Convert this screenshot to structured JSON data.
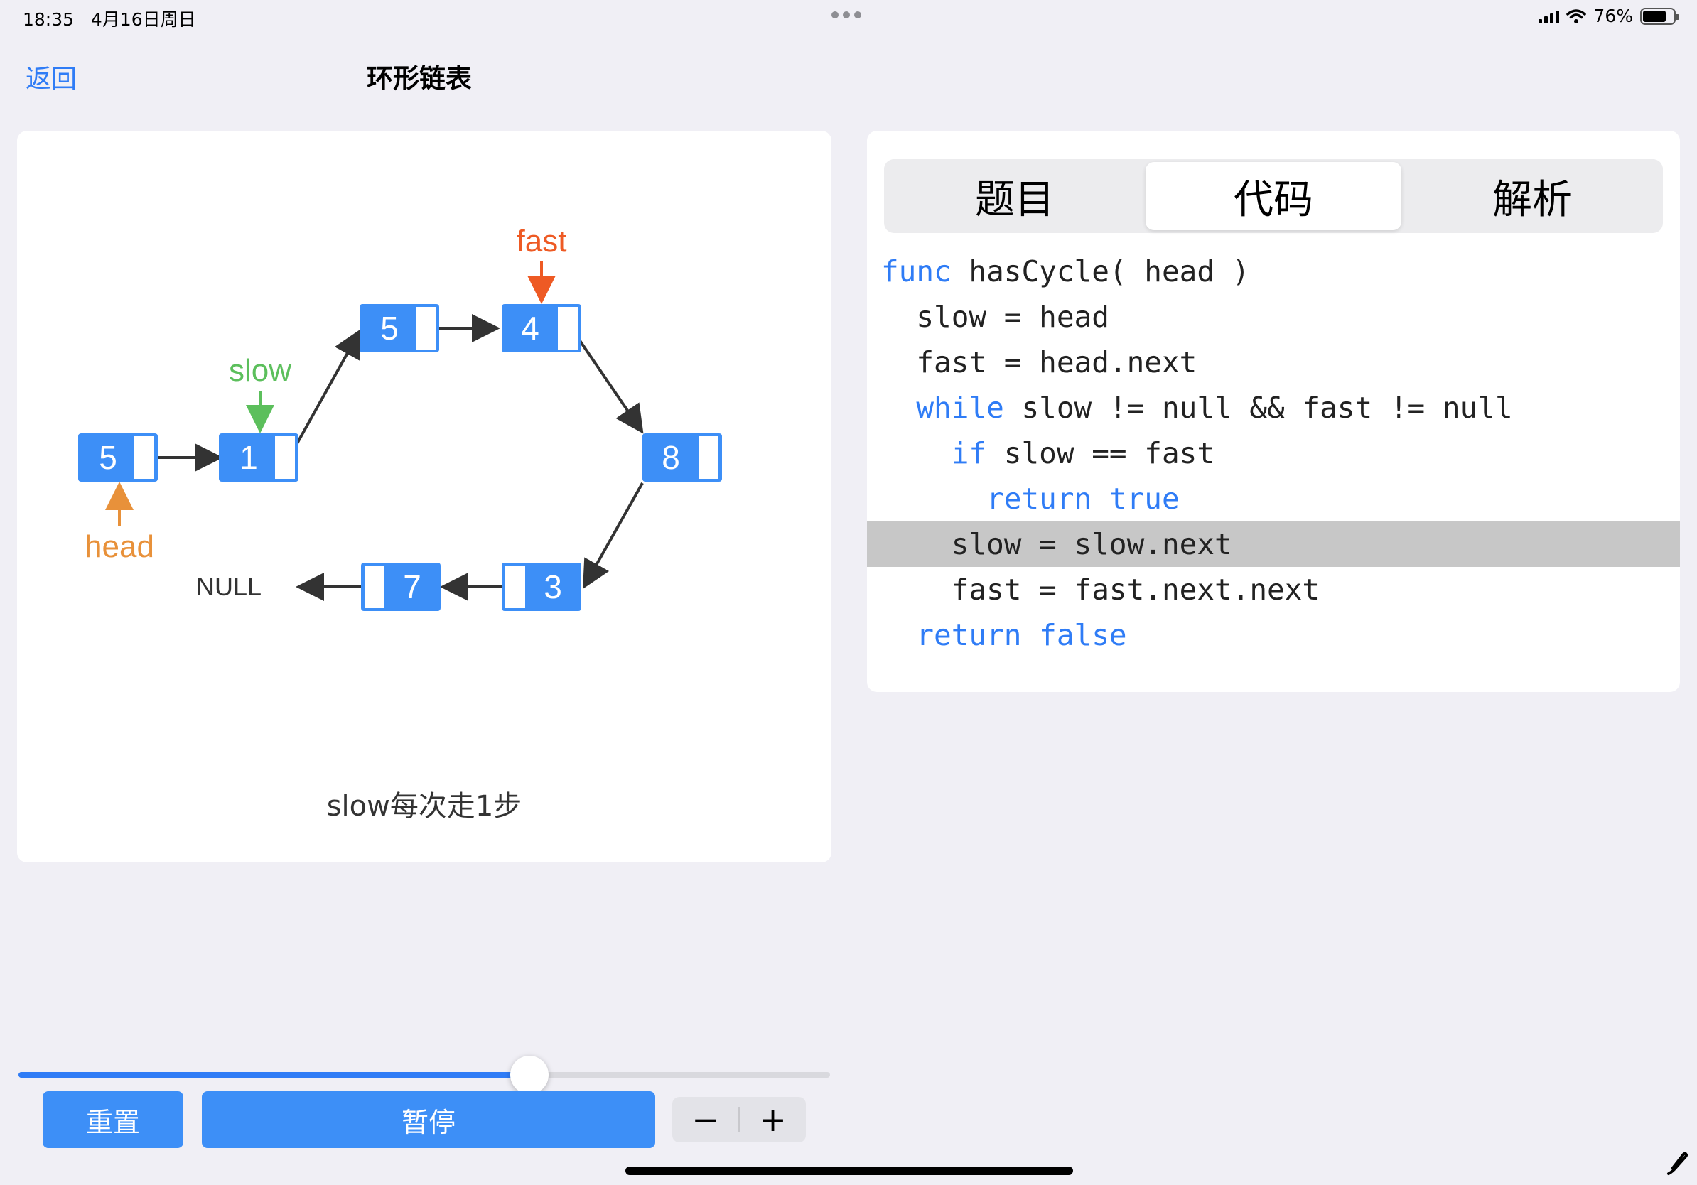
{
  "status": {
    "time": "18:35",
    "date": "4月16日周日",
    "battery": "76%",
    "battery_level": 0.76
  },
  "nav": {
    "back": "返回",
    "title": "环形链表"
  },
  "diagram": {
    "nodes": [
      "5",
      "1",
      "5",
      "4",
      "8",
      "3",
      "7"
    ],
    "labels": {
      "slow": "slow",
      "fast": "fast",
      "head": "head",
      "null": "NULL"
    },
    "colors": {
      "node": "#3d8ff7",
      "slow": "#5cbf5c",
      "fast": "#ee5a24",
      "head": "#e8913a",
      "arrow": "#333333"
    }
  },
  "caption": "slow每次走1步",
  "tabs": [
    "题目",
    "代码",
    "解析"
  ],
  "active_tab": 1,
  "code": [
    {
      "k": "func",
      "t": " hasCycle( head )",
      "highlight": false
    },
    {
      "k": "",
      "t": "  slow = head",
      "highlight": false
    },
    {
      "k": "",
      "t": "  fast = head.next",
      "highlight": false
    },
    {
      "k": "  while",
      "t": " slow != null && fast != null",
      "highlight": false
    },
    {
      "k": "    if",
      "t": " slow == fast",
      "highlight": false
    },
    {
      "k": "      return true",
      "t": "",
      "highlight": false
    },
    {
      "k": "",
      "t": "    slow = slow.next",
      "highlight": true
    },
    {
      "k": "",
      "t": "    fast = fast.next.next",
      "highlight": false
    },
    {
      "k": "  return false",
      "t": "",
      "highlight": false
    }
  ],
  "controls": {
    "reset": "重置",
    "pause": "暂停",
    "minus": "−",
    "plus": "+",
    "progress": 0.63
  }
}
